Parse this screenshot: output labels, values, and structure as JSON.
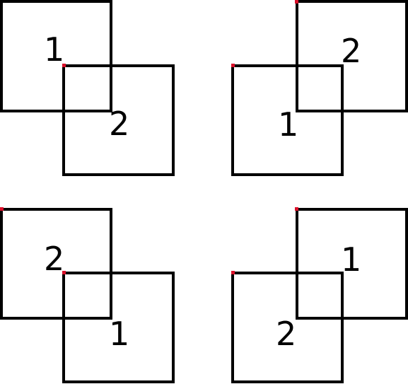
{
  "colors": {
    "stroke": "#000000",
    "corner_marker": "#d9102a",
    "background": "#ffffff"
  },
  "panels": [
    {
      "first_label": "1",
      "second_label": "2"
    },
    {
      "first_label": "1",
      "second_label": "2"
    },
    {
      "first_label": "2",
      "second_label": "1"
    },
    {
      "first_label": "1",
      "second_label": "2"
    }
  ]
}
